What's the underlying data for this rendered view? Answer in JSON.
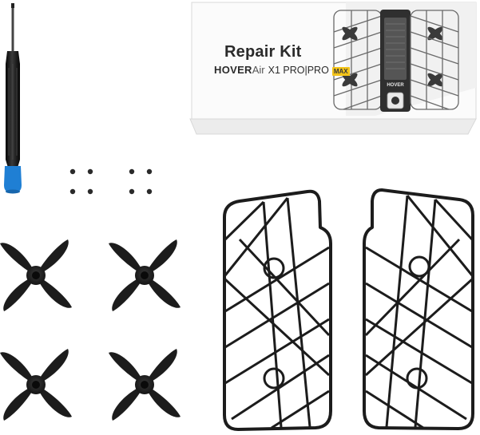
{
  "box": {
    "title": "Repair Kit",
    "brand_main": "HOVER",
    "brand_sub": "Air",
    "model": "X1 PRO|PRO",
    "model_badge": "MAX",
    "device_label": "HOVER"
  },
  "colors": {
    "screwdriver_tip": "#1f7fd4",
    "badge": "#f3c318",
    "parts": "#1c1c1c",
    "box_bg": "#f7f7f7"
  }
}
